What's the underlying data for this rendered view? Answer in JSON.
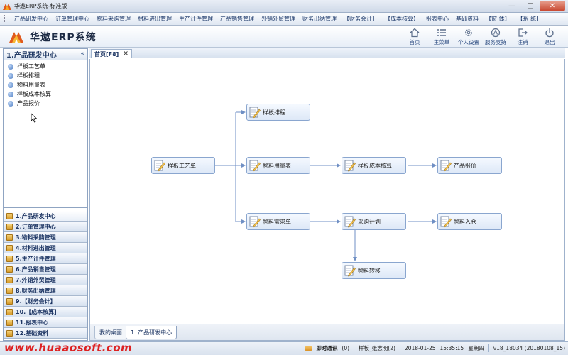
{
  "window": {
    "title": "华遨ERP系统-标准版",
    "buttons": {
      "minimize": "—",
      "maximize": "□",
      "close": "✕"
    }
  },
  "menubar": {
    "items": [
      "产品研发中心",
      "订单管理中心",
      "物料采购管理",
      "材料进出管理",
      "生产计件管理",
      "产品销售管理",
      "外销外贸管理",
      "财务出纳管理",
      "【财务会计】",
      "【成本核算】",
      "报表中心",
      "基础资料",
      "【窗 体】",
      "【系 统】"
    ]
  },
  "header": {
    "logo_text": "华遨ERP系统",
    "tools": [
      {
        "icon": "home-icon",
        "label": "首页"
      },
      {
        "icon": "list-icon",
        "label": "主菜单"
      },
      {
        "icon": "gear-icon",
        "label": "个人设置"
      },
      {
        "icon": "support-icon",
        "label": "服务支持"
      },
      {
        "icon": "logout-icon",
        "label": "注销"
      },
      {
        "icon": "power-icon",
        "label": "退出"
      }
    ]
  },
  "sidebar": {
    "title": "1.产品研发中心",
    "collapse": "«",
    "links": [
      "样板工艺单",
      "样板排程",
      "物料用量表",
      "样板成本核算",
      "产品报价"
    ],
    "modules": [
      "1.产品研发中心",
      "2.订单管理中心",
      "3.物料采购管理",
      "4.材料进出管理",
      "5.生产计件管理",
      "6.产品销售管理",
      "7.外销外贸管理",
      "8.财务出纳管理",
      "9.【财务会计】",
      "10.【成本核算】",
      "11.报表中心",
      "12.基础资料"
    ]
  },
  "main": {
    "tab": {
      "label": "首页[F8]",
      "close": "✕"
    },
    "nodes": {
      "yangban_gongyi": "样板工艺单",
      "yangban_paicheng": "样板排程",
      "wuliao_yongliang": "物料用量表",
      "yangban_chengben": "样板成本核算",
      "chanpin_baojia": "产品报价",
      "wuliao_xuqiu": "物料需求单",
      "caigou_jihua": "采购计划",
      "wuliao_rucang": "物料入仓",
      "wuliao_zhuanyi": "物料转移"
    }
  },
  "bottom_tabs": [
    "我的桌面",
    "1. 产品研发中心"
  ],
  "status": {
    "watermark": "www.huaaosoft.com",
    "chat": "即时通讯",
    "chat_count": "(0)",
    "user": "样板_张志明(2)",
    "date": "2018-01-25",
    "time": "15:35:15",
    "weekday": "星期四",
    "version": "v18_18034 (20180108_15)"
  },
  "colors": {
    "accent": "#1d3563",
    "node_border": "#8aa6cf",
    "watermark": "#dd2222"
  }
}
